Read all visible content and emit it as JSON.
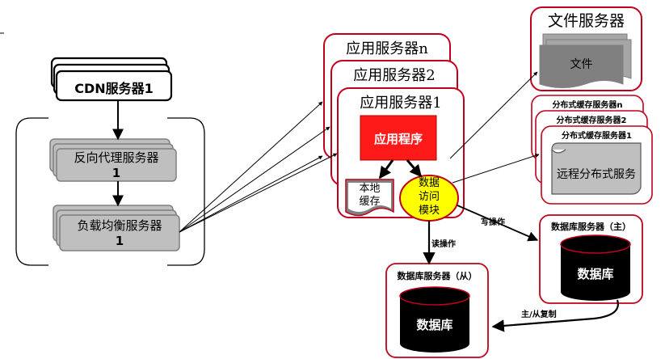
{
  "cdn": {
    "label": "CDN服务器1"
  },
  "reverse_proxy": {
    "label_line1": "反向代理服务器",
    "label_line2": "1"
  },
  "load_balancer": {
    "label_line1": "负载均衡服务器",
    "label_line2": "1"
  },
  "app_servers": {
    "n_label": "应用服务器n",
    "two_label": "应用服务器2",
    "one_label": "应用服务器1",
    "app_program": "应用程序",
    "local_cache_line1": "本地",
    "local_cache_line2": "缓存",
    "data_access_line1": "数据",
    "data_access_line2": "访问",
    "data_access_line3": "模块"
  },
  "file_server": {
    "title": "文件服务器",
    "doc_label": "文件"
  },
  "cache_servers": {
    "n_label": "分布式缓存服务器n",
    "two_label": "分布式缓存服务器2",
    "one_label": "分布式缓存服务器1",
    "remote_service": "远程分布式服务"
  },
  "db_master": {
    "title": "数据库服务器（主）",
    "db_label": "数据库"
  },
  "db_slave": {
    "title": "数据库服务器（从）",
    "db_label": "数据库"
  },
  "edges": {
    "read_op": "读操作",
    "write_op": "写操作",
    "replication": "主/从复制"
  },
  "colors": {
    "frame_red": "#c0001a",
    "app_red": "#ff1a1a",
    "yellow": "#ffff00",
    "gray_box": "#bfbfbf",
    "dark_gray": "#808080",
    "db_black": "#000000"
  }
}
